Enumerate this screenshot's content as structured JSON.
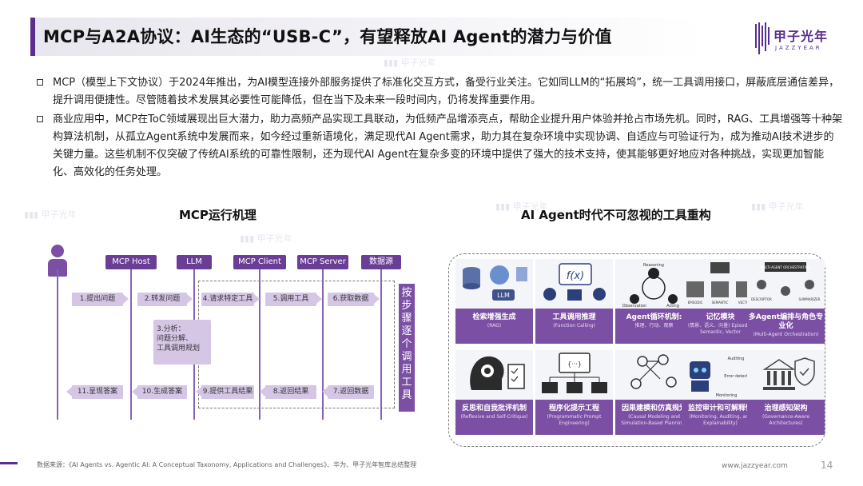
{
  "header": {
    "title": "MCP与A2A协议：AI生态的“USB-C”，有望释放AI Agent的潜力与价值",
    "logo_cn": "甲子光年",
    "logo_en": "JAZZYEAR"
  },
  "bullets": [
    "MCP（模型上下文协议）于2024年推出，为AI模型连接外部服务提供了标准化交互方式，备受行业关注。它如同LLM的“拓展坞”，统一工具调用接口，屏蔽底层通信差异，提升调用便捷性。尽管随着技术发展其必要性可能降低，但在当下及未来一段时间内，仍将发挥重要作用。",
    "商业应用中，MCP在ToC领域展现出巨大潜力，助力高频产品实现工具联动，为低频产品增添亮点，帮助企业提升用户体验并抢占市场先机。同时，RAG、工具增强等十种架构算法机制，从孤立Agent系统中发展而来，如今经过重新语境化，满足现代AI Agent需求，助力其在复杂环境中实现协调、自适应与可验证行为，成为推动AI技术进步的关键力量。这些机制不仅突破了传统AI系统的可靠性限制，还为现代AI Agent在复杂多变的环境中提供了强大的技术支持，使其能够更好地应对各种挑战，实现更加智能化、高效化的任务处理。"
  ],
  "mcp": {
    "title": "MCP运行机理",
    "columns": [
      "MCP Host",
      "LLM",
      "MCP Client",
      "MCP Server",
      "数据源"
    ],
    "steps_forward": [
      "1.提出问题",
      "2.转发问题",
      "4.请求特定工具",
      "5.调用工具",
      "6.获取数据"
    ],
    "analysis": [
      "3.分析：",
      "问题分解、",
      "工具调用规划"
    ],
    "steps_back": [
      "11.呈现答案",
      "10.生成答案",
      "9.提供工具结果",
      "8.返回结果",
      "7.返回数据"
    ],
    "side_label": [
      "按",
      "步",
      "骤",
      "逐",
      "个",
      "调",
      "用",
      "工",
      "具"
    ]
  },
  "tools": {
    "title": "AI Agent时代不可忽视的工具重构",
    "items": [
      {
        "main": "检索增强生成",
        "sub": "(RAG)",
        "icon": "database-llm-icon"
      },
      {
        "main": "工具调用推理",
        "sub": "(Function Calling)",
        "icon": "function-icon"
      },
      {
        "main": "Agent循环机制:",
        "sub": "推理、行动、观察",
        "icon": "loop-cycle-icon"
      },
      {
        "main": "记忆模块",
        "sub": "(情景、语义、向量) Episodic, Semantic, Vector",
        "icon": "memory-stack-icon"
      },
      {
        "main": "多Agent编排与角色专业化",
        "sub": "(Multi-Agent Orchestration)",
        "icon": "orchestration-icon"
      },
      {
        "main": "反思和自我批评机制",
        "sub": "(Reflexive and Self-Critique)",
        "icon": "head-gear-icon"
      },
      {
        "main": "程序化提示工程",
        "sub": "(Programmatic Prompt Engineering)",
        "icon": "code-monitor-icon"
      },
      {
        "main": "因果建模和仿真规划",
        "sub": "(Causal Modeling and Simulation-Based Planning)",
        "icon": "causal-graph-icon"
      },
      {
        "main": "监控审计和可解释性",
        "sub": "(Monitoring, Auditing, and Explainability)",
        "icon": "robot-monitor-icon"
      },
      {
        "main": "治理感知架构",
        "sub": "(Governance-Aware Architectures)",
        "icon": "governance-icon"
      }
    ],
    "tiny_labels": {
      "llm": "LLM",
      "fx": "f(x)",
      "reasoning": "Reasoning",
      "observation": "Observation",
      "acting": "Acting",
      "episodic": "EPISODIC",
      "semantic": "SEMANTIC",
      "vector": "VECTOR",
      "multi_agent": "MULTI-AGENT ORCHESTRATION",
      "descriptor": "DESCRIPTOR",
      "summarizer": "SUMMARIZER",
      "code": "{···}",
      "auditing": "Auditing",
      "error": "Error detection",
      "monitoring": "Monitoring"
    }
  },
  "footer": {
    "source": "数据来源：《AI Agents vs. Agentic AI: A Conceptual Taxonomy, Applications and Challenges》、华为、甲子光年智库总结整理",
    "url": "www.jazzyear.com",
    "page": "14"
  },
  "colors": {
    "purple": "#5b2d8e",
    "purple_mid": "#7b4fa3",
    "lavender": "#d6c6e6"
  }
}
